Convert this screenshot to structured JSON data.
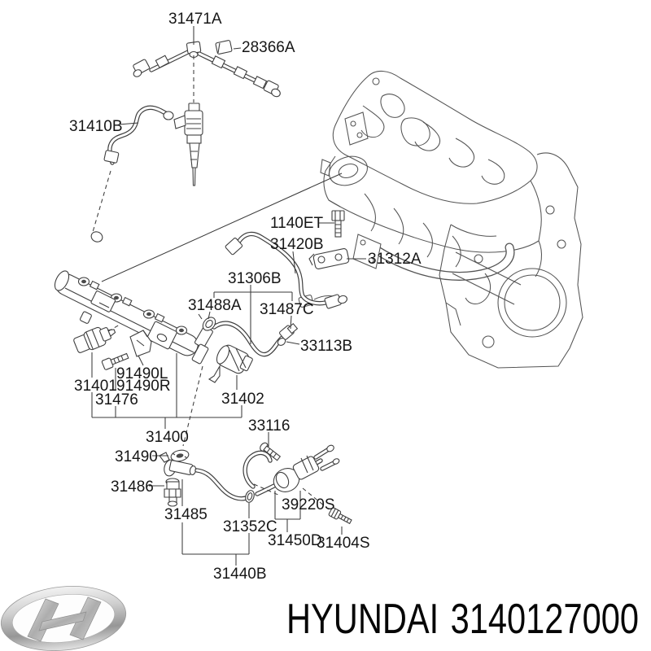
{
  "colors": {
    "background": "#ffffff",
    "line": "#3f3f3f",
    "engine_line": "#545454",
    "label_text": "#161616",
    "footer_text": "#060606",
    "logo_silver": "#c9c9c9"
  },
  "diagram": {
    "parts": [
      "31471A",
      "28366A",
      "31410B",
      "1140ET",
      "31420B",
      "31306B",
      "31488A",
      "31487C",
      "31312A",
      "33113B",
      "91490L",
      "91490R",
      "31401",
      "31476",
      "31402",
      "31400",
      "33116",
      "31490",
      "31486",
      "31485",
      "31352C",
      "39220S",
      "31450D",
      "31404S",
      "31440B"
    ]
  },
  "footer": {
    "brand": "HYUNDAI",
    "part_number": "3140127000",
    "logo": "hyundai-logo"
  }
}
